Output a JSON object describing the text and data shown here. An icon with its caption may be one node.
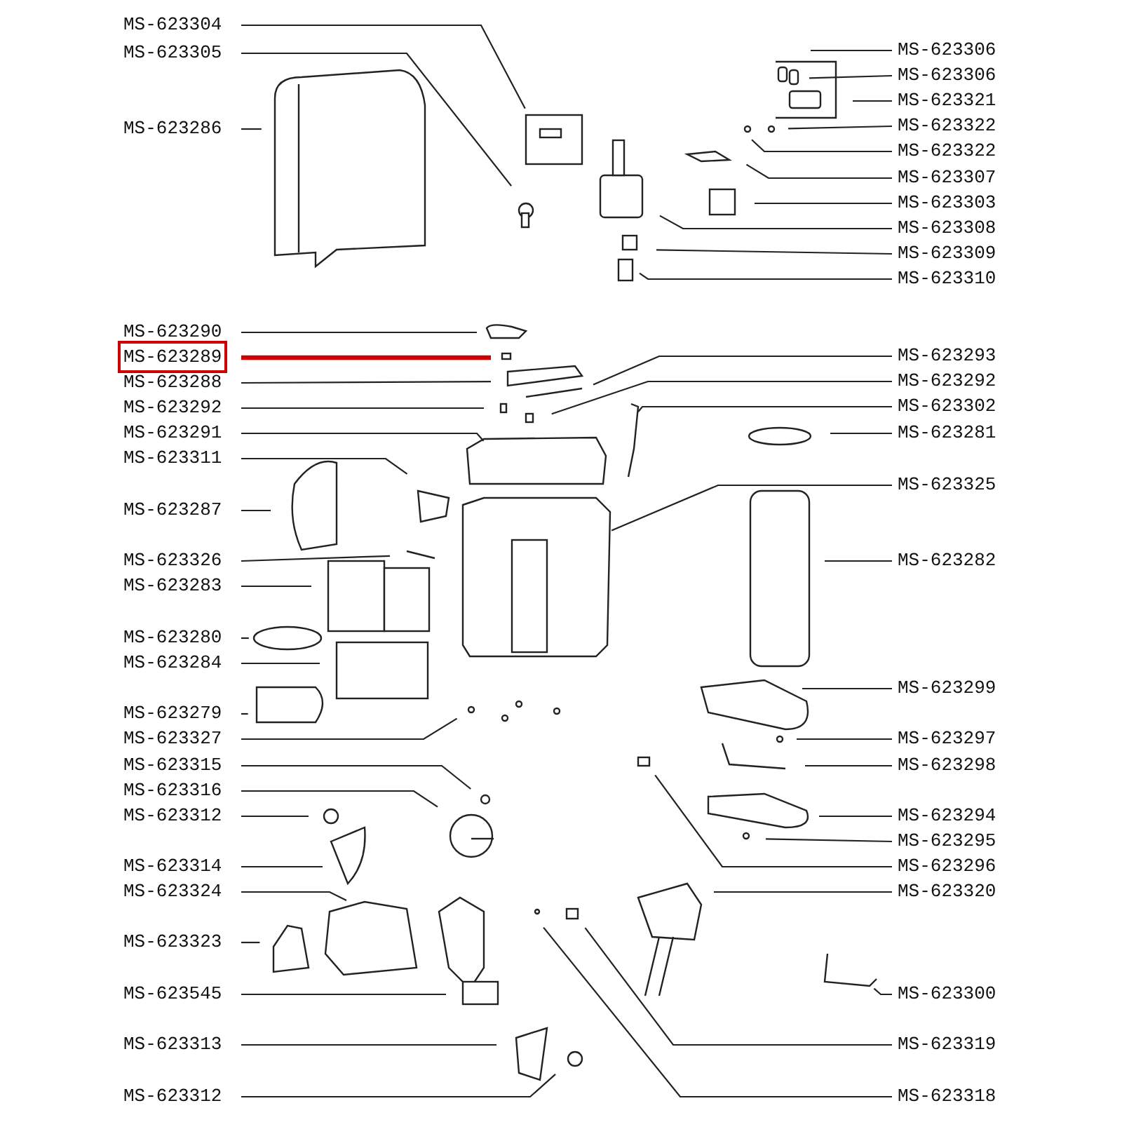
{
  "diagram": {
    "nodes": [
      {
        "text": [
          "MS-623304"
        ]
      },
      {
        "text": [
          "MS-623305"
        ]
      },
      {
        "text": [
          "MS-623286"
        ]
      },
      {
        "text": [
          "MS-623290"
        ]
      },
      {
        "text": [
          "MS-623289"
        ]
      },
      {
        "text": [
          "MS-623288"
        ]
      },
      {
        "text": [
          "MS-623292"
        ]
      },
      {
        "text": [
          "MS-623291"
        ]
      },
      {
        "text": [
          "MS-623311"
        ]
      },
      {
        "text": [
          "MS-623287"
        ]
      },
      {
        "text": [
          "MS-623326"
        ]
      },
      {
        "text": [
          "MS-623283"
        ]
      },
      {
        "text": [
          "MS-623280"
        ]
      },
      {
        "text": [
          "MS-623284"
        ]
      },
      {
        "text": [
          "MS-623279"
        ]
      },
      {
        "text": [
          "MS-623327"
        ]
      },
      {
        "text": [
          "MS-623315"
        ]
      },
      {
        "text": [
          "MS-623316"
        ]
      },
      {
        "text": [
          "MS-623312"
        ]
      },
      {
        "text": [
          "MS-623314"
        ]
      },
      {
        "text": [
          "MS-623324"
        ]
      },
      {
        "text": [
          "MS-623323"
        ]
      },
      {
        "text": [
          "MS-623545"
        ]
      },
      {
        "text": [
          "MS-623313"
        ]
      },
      {
        "text": [
          "MS-623312"
        ]
      },
      {
        "text": [
          "MS-623306"
        ]
      },
      {
        "text": [
          "MS-623306"
        ]
      },
      {
        "text": [
          "MS-623321"
        ]
      },
      {
        "text": [
          "MS-623322"
        ]
      },
      {
        "text": [
          "MS-623322"
        ]
      },
      {
        "text": [
          "MS-623307"
        ]
      },
      {
        "text": [
          "MS-623303"
        ]
      },
      {
        "text": [
          "MS-623308"
        ]
      },
      {
        "text": [
          "MS-623309"
        ]
      },
      {
        "text": [
          "MS-623310"
        ]
      },
      {
        "text": [
          "MS-623293"
        ]
      },
      {
        "text": [
          "MS-623292"
        ]
      },
      {
        "text": [
          "MS-623302"
        ]
      },
      {
        "text": [
          "MS-623281"
        ]
      },
      {
        "text": [
          "MS-623325"
        ]
      },
      {
        "text": [
          "MS-623282"
        ]
      },
      {
        "text": [
          "MS-623299"
        ]
      },
      {
        "text": [
          "MS-623297"
        ]
      },
      {
        "text": [
          "MS-623298"
        ]
      },
      {
        "text": [
          "MS-623294"
        ]
      },
      {
        "text": [
          "MS-623295"
        ]
      },
      {
        "text": [
          "MS-623296"
        ]
      },
      {
        "text": [
          "MS-623320"
        ]
      },
      {
        "text": [
          "MS-623300"
        ]
      },
      {
        "text": [
          "MS-623319"
        ]
      },
      {
        "text": [
          "MS-623318"
        ]
      }
    ],
    "edges": [
      {
        "from": 0,
        "to": null,
        "arrow": "none"
      },
      {
        "from": 1,
        "to": null,
        "arrow": "none"
      },
      {
        "from": 2,
        "to": null,
        "arrow": "none"
      },
      {
        "from": 3,
        "to": null,
        "arrow": "none"
      },
      {
        "from": 4,
        "to": null,
        "arrow": "none",
        "style": "thick",
        "color": "#cc0000"
      },
      {
        "from": 5,
        "to": null,
        "arrow": "none"
      },
      {
        "from": 6,
        "to": null,
        "arrow": "none"
      },
      {
        "from": 7,
        "to": null,
        "arrow": "none"
      },
      {
        "from": 8,
        "to": null,
        "arrow": "none"
      },
      {
        "from": 9,
        "to": null,
        "arrow": "none"
      },
      {
        "from": 10,
        "to": null,
        "arrow": "none"
      },
      {
        "from": 11,
        "to": null,
        "arrow": "none"
      },
      {
        "from": 12,
        "to": null,
        "arrow": "none"
      },
      {
        "from": 13,
        "to": null,
        "arrow": "none"
      },
      {
        "from": 14,
        "to": null,
        "arrow": "none"
      },
      {
        "from": 15,
        "to": null,
        "arrow": "none"
      },
      {
        "from": 16,
        "to": null,
        "arrow": "none"
      },
      {
        "from": 17,
        "to": null,
        "arrow": "none"
      },
      {
        "from": 18,
        "to": null,
        "arrow": "none"
      },
      {
        "from": 19,
        "to": null,
        "arrow": "none"
      },
      {
        "from": 20,
        "to": null,
        "arrow": "none"
      },
      {
        "from": 21,
        "to": null,
        "arrow": "none"
      },
      {
        "from": 22,
        "to": null,
        "arrow": "none"
      },
      {
        "from": 23,
        "to": null,
        "arrow": "none"
      },
      {
        "from": 24,
        "to": null,
        "arrow": "none"
      },
      {
        "from": 25,
        "to": null,
        "arrow": "none"
      },
      {
        "from": 26,
        "to": null,
        "arrow": "none"
      },
      {
        "from": 27,
        "to": null,
        "arrow": "none"
      },
      {
        "from": 28,
        "to": null,
        "arrow": "none"
      },
      {
        "from": 29,
        "to": null,
        "arrow": "none"
      },
      {
        "from": 30,
        "to": null,
        "arrow": "none"
      },
      {
        "from": 31,
        "to": null,
        "arrow": "none"
      },
      {
        "from": 32,
        "to": null,
        "arrow": "none"
      },
      {
        "from": 33,
        "to": null,
        "arrow": "none"
      },
      {
        "from": 34,
        "to": null,
        "arrow": "none"
      },
      {
        "from": 35,
        "to": null,
        "arrow": "none"
      },
      {
        "from": 36,
        "to": null,
        "arrow": "none"
      },
      {
        "from": 37,
        "to": null,
        "arrow": "none"
      },
      {
        "from": 38,
        "to": null,
        "arrow": "none"
      },
      {
        "from": 39,
        "to": null,
        "arrow": "none"
      },
      {
        "from": 40,
        "to": null,
        "arrow": "none"
      },
      {
        "from": 41,
        "to": null,
        "arrow": "none"
      },
      {
        "from": 42,
        "to": null,
        "arrow": "none"
      },
      {
        "from": 43,
        "to": null,
        "arrow": "none"
      },
      {
        "from": 44,
        "to": null,
        "arrow": "none"
      },
      {
        "from": 45,
        "to": null,
        "arrow": "none"
      },
      {
        "from": 46,
        "to": null,
        "arrow": "none"
      },
      {
        "from": 47,
        "to": null,
        "arrow": "none"
      },
      {
        "from": 48,
        "to": null,
        "arrow": "none"
      },
      {
        "from": 49,
        "to": null,
        "arrow": "none"
      },
      {
        "from": 50,
        "to": null,
        "arrow": "none"
      }
    ]
  }
}
